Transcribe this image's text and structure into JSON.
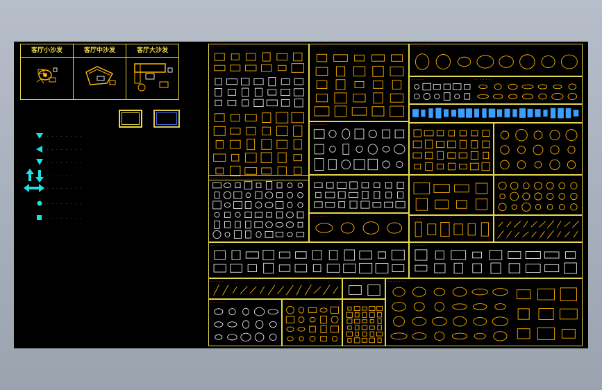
{
  "sofa_panel": {
    "titles": [
      "客厅小沙发",
      "客厅中沙发",
      "客厅大沙发"
    ]
  },
  "legend": {
    "items": [
      {
        "icon": "triangle-down-icon",
        "text": "- - - - - - - -"
      },
      {
        "icon": "triangle-left-icon",
        "text": "- - - - - - - -"
      },
      {
        "icon": "triangle-down-small-icon",
        "text": "- - - - - - - -"
      },
      {
        "icon": "arrows-vertical-icon",
        "text": "- - - - - - - -"
      },
      {
        "icon": "arrows-horizontal-icon",
        "text": "- - - - - - - -"
      },
      {
        "icon": "dot-icon",
        "text": "- - - - - - - -"
      },
      {
        "icon": "square-icon",
        "text": "- - - - - - - -"
      }
    ]
  },
  "sections": {
    "s1": "- - - - - - -",
    "s2": "- - - - - -",
    "s3": "- - - - - - -",
    "s4": "- - - - -",
    "s5": "- - - - - - -",
    "s6": "- - - - - -",
    "s7": "- - - - - -",
    "s8": "- - -",
    "s9": "- - - - -",
    "s10": "- - - - - -",
    "s11": "- - - - - - -",
    "s12": "- - - - -",
    "s13": "- - - - - -",
    "s14": "- - - - -",
    "s15": "- - - -",
    "s16": "- - - - -",
    "s17": "- - - - - -",
    "s18": "- - - - -",
    "s19": "- - - - - - -",
    "s20": "- - - - - -",
    "s21": "- - -",
    "s22": "- - - - - - -"
  },
  "colors": {
    "frame": "#e6d84a",
    "label": "#ff3a1a",
    "blue": "#3aa0ff",
    "cyan": "#20e0e0",
    "orange": "#ffb000",
    "white": "#e8e8e8"
  }
}
